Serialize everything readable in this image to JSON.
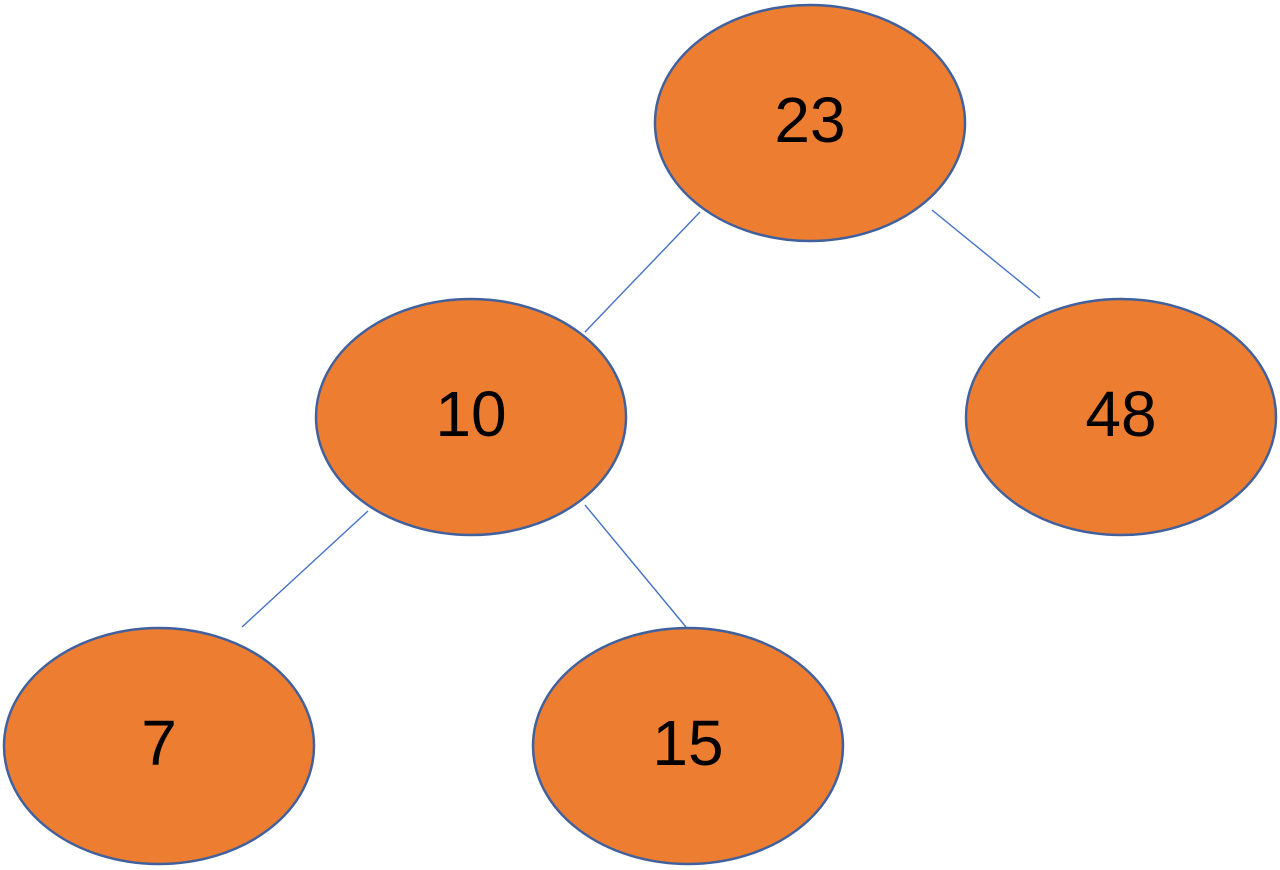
{
  "colors": {
    "node_fill": "#ED7D31",
    "node_stroke": "#41619E",
    "edge": "#4472C4",
    "text": "#000000"
  },
  "tree": {
    "nodes": [
      {
        "id": "n23",
        "label": "23"
      },
      {
        "id": "n10",
        "label": "10"
      },
      {
        "id": "n48",
        "label": "48"
      },
      {
        "id": "n7",
        "label": "7"
      },
      {
        "id": "n15",
        "label": "15"
      }
    ],
    "edges": [
      {
        "from": "n23",
        "to": "n10"
      },
      {
        "from": "n23",
        "to": "n48"
      },
      {
        "from": "n10",
        "to": "n7"
      },
      {
        "from": "n10",
        "to": "n15"
      }
    ]
  }
}
